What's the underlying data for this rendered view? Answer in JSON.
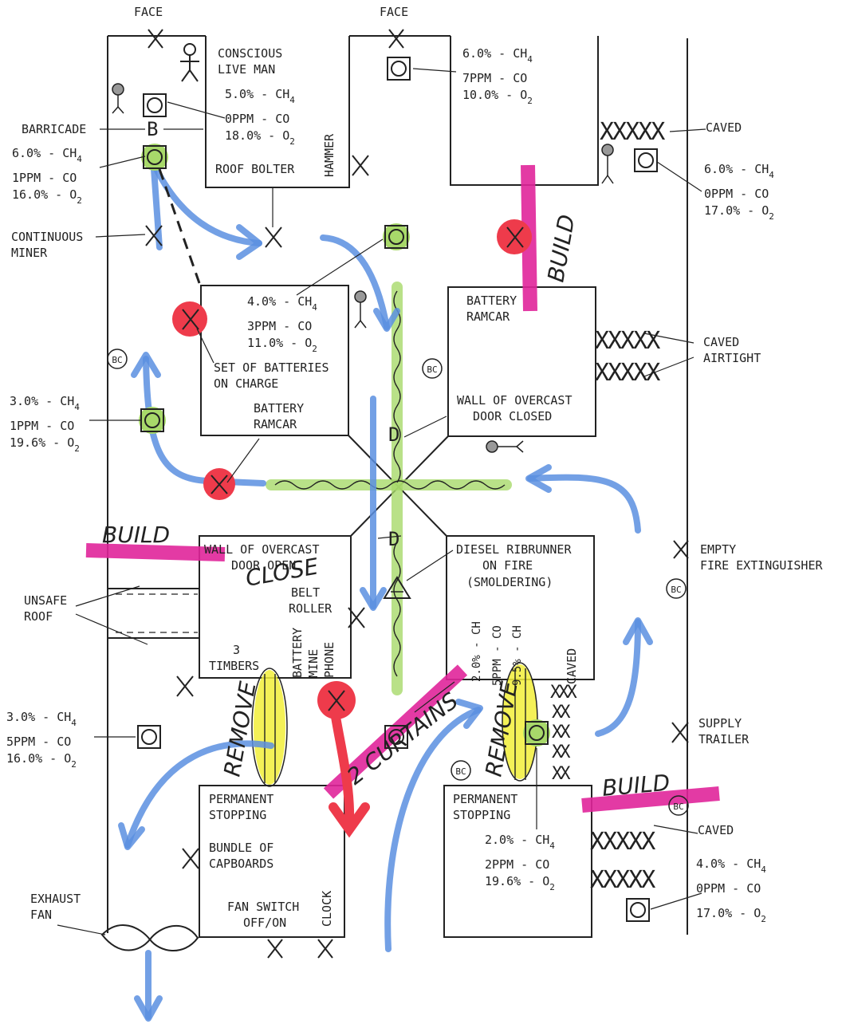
{
  "labels": {
    "face_left": "FACE",
    "face_right": "FACE",
    "conscious_1": "CONSCIOUS",
    "conscious_2": "LIVE MAN",
    "barricade": "BARRICADE",
    "hammer": "HAMMER",
    "roof_bolter": "ROOF BOLTER",
    "caved_top": "CAVED",
    "continuous_1": "CONTINUOUS",
    "continuous_2": "MINER",
    "set_batteries_1": "SET OF BATTERIES",
    "set_batteries_2": "ON CHARGE",
    "battery_ramcar_left_1": "BATTERY",
    "battery_ramcar_left_2": "RAMCAR",
    "battery_ramcar_right_1": "BATTERY",
    "battery_ramcar_right_2": "RAMCAR",
    "caved_airtight_1": "CAVED",
    "caved_airtight_2": "AIRTIGHT",
    "overcast_right_1": "WALL OF OVERCAST",
    "overcast_right_2": "DOOR CLOSED",
    "overcast_left_1": "WALL OF OVERCAST",
    "overcast_left_2": "DOOR OPEN",
    "diesel_1": "DIESEL RIBRUNNER",
    "diesel_2": "ON FIRE",
    "diesel_3": "(SMOLDERING)",
    "empty_ext_1": "EMPTY",
    "empty_ext_2": "FIRE EXTINGUISHER",
    "unsafe_1": "UNSAFE",
    "unsafe_2": "ROOF",
    "belt_1": "BELT",
    "belt_2": "ROLLER",
    "timbers_1": "3",
    "timbers_2": "TIMBERS",
    "battery_v": "BATTERY",
    "mine_v": "MINE",
    "phone_v": "PHONE",
    "caved_v": "CAVED",
    "supply_1": "SUPPLY",
    "supply_2": "TRAILER",
    "perm_left_1": "PERMANENT",
    "perm_left_2": "STOPPING",
    "perm_right_1": "PERMANENT",
    "perm_right_2": "STOPPING",
    "bundle_1": "BUNDLE OF",
    "bundle_2": "CAPBOARDS",
    "fan_switch_1": "FAN SWITCH",
    "fan_switch_2": "OFF/ON",
    "clock": "CLOCK",
    "exhaust_1": "EXHAUST",
    "exhaust_2": "FAN",
    "caved_bottom": "CAVED",
    "bc": "BC",
    "b": "B",
    "d": "D"
  },
  "handwritten": {
    "build": "BUILD",
    "close": "CLOSE",
    "remove": "REMOVE",
    "two_curtains": "2 CURTAINS"
  },
  "readings": {
    "r1": {
      "ch4": "5.0% - CH",
      "co": "0PPM - CO",
      "o2": "18.0% - O"
    },
    "r2": {
      "ch4": "6.0% - CH",
      "co": "7PPM - CO",
      "o2": "10.0% - O"
    },
    "r3": {
      "ch4": "6.0% - CH",
      "co": "1PPM - CO",
      "o2": "16.0% - O"
    },
    "r4": {
      "ch4": "6.0% - CH",
      "co": "0PPM - CO",
      "o2": "17.0% - O"
    },
    "r5": {
      "ch4": "4.0% - CH",
      "co": "3PPM - CO",
      "o2": "11.0% - O"
    },
    "r6": {
      "ch4": "3.0% - CH",
      "co": "1PPM - CO",
      "o2": "19.6% - O"
    },
    "r7": {
      "ch4": "3.0% - CH",
      "co": "5PPM - CO",
      "o2": "16.0% - O"
    },
    "r8": {
      "ch4": "2.0% - CH",
      "co": "2PPM - CO",
      "o2": "19.6% - O"
    },
    "r9": {
      "ch4": "4.0% - CH",
      "co": "0PPM - CO",
      "o2": "17.0% - O"
    },
    "diesel_v": {
      "ch4": "2.0% - CH",
      "co": "5PPM - CO",
      "ch4b": "9.5% - CH"
    },
    "sub4": "4",
    "sub2": "2"
  },
  "colors": {
    "airflow": "#5b8fe0",
    "hazard": "#ee3b4b",
    "curtain": "#a8d96a",
    "build": "#e0259a",
    "remove": "#f2ee3a"
  }
}
